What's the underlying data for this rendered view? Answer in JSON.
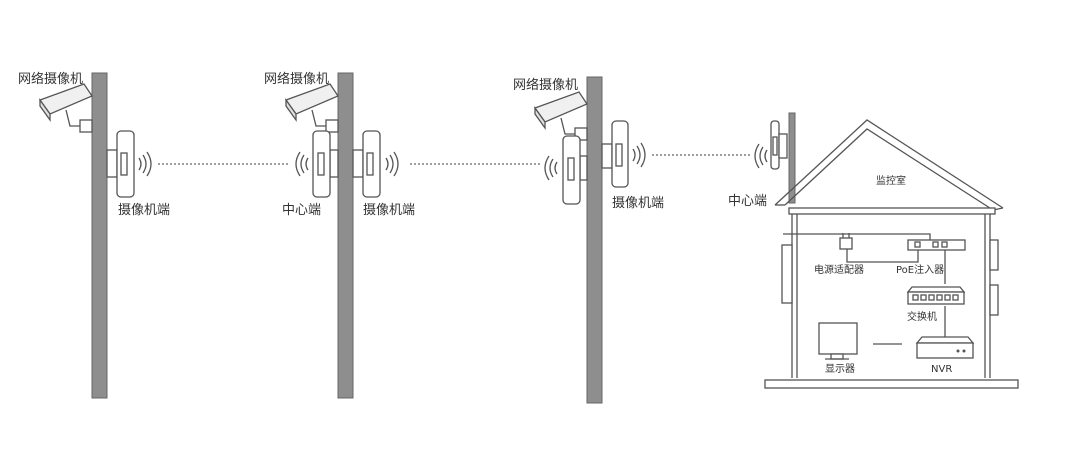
{
  "labels": {
    "camera_1": "网络摄像机",
    "camera_2": "网络摄像机",
    "camera_3": "网络摄像机",
    "ap_camera_1": "摄像机端",
    "ap_center_1": "中心端",
    "ap_camera_2": "摄像机端",
    "ap_camera_3": "摄像机端",
    "ap_center_2": "中心端",
    "monitor_room": "监控室",
    "power_adapter": "电源适配器",
    "poe_injector": "PoE注入器",
    "switch": "交换机",
    "display": "显示器",
    "nvr": "NVR"
  },
  "colors": {
    "pole": "#8e8e8e",
    "pole_dark": "#666666",
    "line": "#555555",
    "text": "#333333",
    "device_fill": "#ffffff",
    "camera_fill": "#f0f0f0"
  }
}
